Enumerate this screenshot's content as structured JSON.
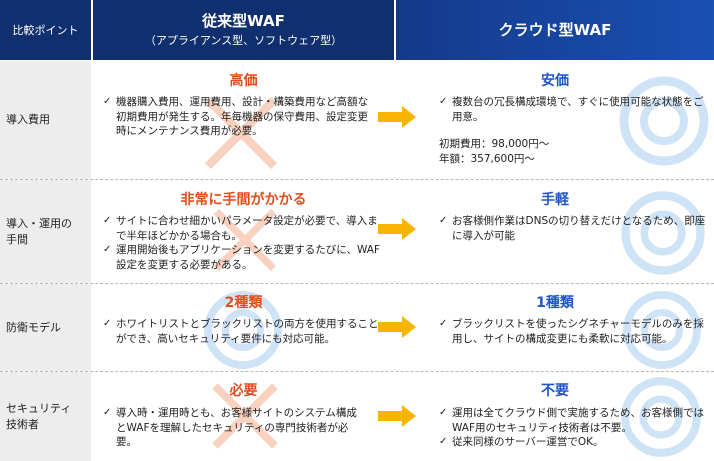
{
  "header": {
    "point_label": "比較ポイント",
    "traditional": {
      "title": "従来型WAF",
      "subtitle": "（アプライアンス型、ソフトウェア型）"
    },
    "cloud": {
      "title": "クラウド型WAF"
    }
  },
  "rows": [
    {
      "label": "導入費用",
      "traditional": {
        "title": "高価",
        "mark": "cross",
        "bullets": [
          "機器購入費用、運用費用、設計・構築費用など高額な初期費用が発生する。年毎機器の保守費用、設定変更時にメンテナンス費用が必要。"
        ]
      },
      "cloud": {
        "title": "安価",
        "mark": "double-circle",
        "bullets": [
          "複数台の冗長構成環境で、すぐに使用可能な状態をご用意。"
        ],
        "extra": [
          "初期費用：98,000円～",
          "年額：357,600円～"
        ]
      }
    },
    {
      "label": "導入・運用の\n手間",
      "traditional": {
        "title": "非常に手間がかかる",
        "mark": "cross",
        "bullets": [
          "サイトに合わせ細かいパラメータ設定が必要で、導入まで半年ほどかかる場合も。",
          "運用開始後もアプリケーションを変更するたびに、WAF設定を変更する必要がある。"
        ]
      },
      "cloud": {
        "title": "手軽",
        "mark": "double-circle",
        "bullets": [
          "お客様側作業はDNSの切り替えだけとなるため、即座に導入が可能"
        ]
      }
    },
    {
      "label": "防衛モデル",
      "traditional": {
        "title": "2種類",
        "mark": "double-circle",
        "bullets": [
          "ホワイトリストとブラックリストの両方を使用することができ、高いセキュリティ要件にも対応可能。"
        ]
      },
      "cloud": {
        "title": "1種類",
        "mark": "double-circle",
        "bullets": [
          "ブラックリストを使ったシグネチャーモデルのみを採用し、サイトの構成変更にも柔軟に対応可能。"
        ]
      }
    },
    {
      "label": "セキュリティ\n技術者",
      "traditional": {
        "title": "必要",
        "mark": "cross",
        "bullets": [
          "導入時・運用時とも、お客様サイトのシステム構成とWAFを理解したセキュリティの専門技術者が必要。"
        ]
      },
      "cloud": {
        "title": "不要",
        "mark": "double-circle",
        "bullets": [
          "運用は全てクラウド側で実施するため、お客様側ではWAF用のセキュリティ技術者は不要。",
          "従来同様のサーバー運営でOK。"
        ]
      }
    }
  ],
  "colors": {
    "header_bg": "#102f6e",
    "header_cloud_bg": "#1a4fb3",
    "label_bg": "#ededed",
    "traditional_title": "#e24e1b",
    "cloud_title": "#1e56c7",
    "cross_mark": "#f8d2be",
    "circle_mark": "#cfe3f7",
    "arrow": "#f7b500"
  }
}
